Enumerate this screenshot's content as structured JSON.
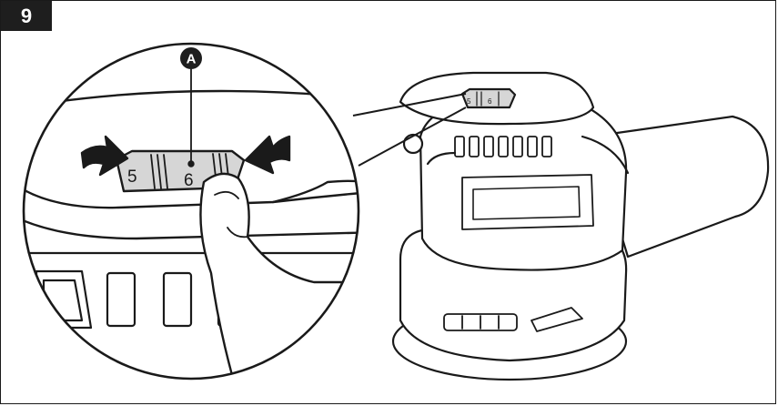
{
  "figure": {
    "number": "9"
  },
  "callout": {
    "label": "A"
  },
  "dial": {
    "large_labels": [
      "5",
      "6"
    ],
    "small_labels": [
      "5",
      "6"
    ]
  },
  "colors": {
    "ink": "#1a1a1a",
    "dial_fill": "#d6d6d6",
    "badge": "#1e1e1e"
  }
}
